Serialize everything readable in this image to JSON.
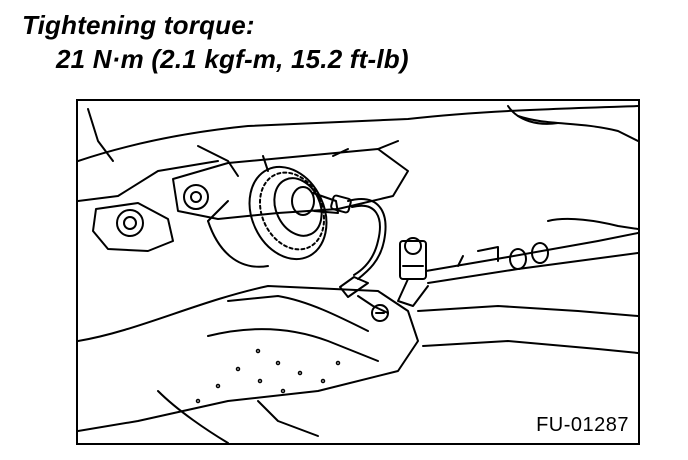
{
  "spec": {
    "line1": "Tightening torque:",
    "line2": "21 N·m (2.1 kgf-m, 15.2 ft-lb)"
  },
  "figure": {
    "code": "FU-01287"
  }
}
